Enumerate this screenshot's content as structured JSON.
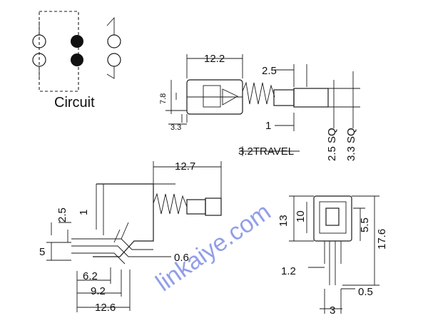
{
  "circuit": {
    "label": "Circuit"
  },
  "side_view": {
    "width": "12.2",
    "height": "7.8",
    "pin_pitch": "3.3",
    "plunger_length": "2.5",
    "plunger_tip": "1",
    "square_small": "2.5 SQ",
    "square_large": "3.3 SQ",
    "travel": "3.2TRAVEL"
  },
  "angled_view": {
    "body_length": "12.7",
    "offset_2_5": "2.5",
    "offset_1": "1",
    "height_5": "5",
    "pin_thickness": "0.6",
    "pin_6_2": "6.2",
    "pin_9_2": "9.2",
    "pin_12_6": "12.6"
  },
  "front_view": {
    "height_13": "13",
    "height_10": "10",
    "height_5_5": "5.5",
    "height_17_6": "17.6",
    "pin_width": "1.2",
    "pin_thickness": "0.5",
    "pin_pitch": "3"
  },
  "watermark": {
    "text": "linkaiye.com"
  }
}
